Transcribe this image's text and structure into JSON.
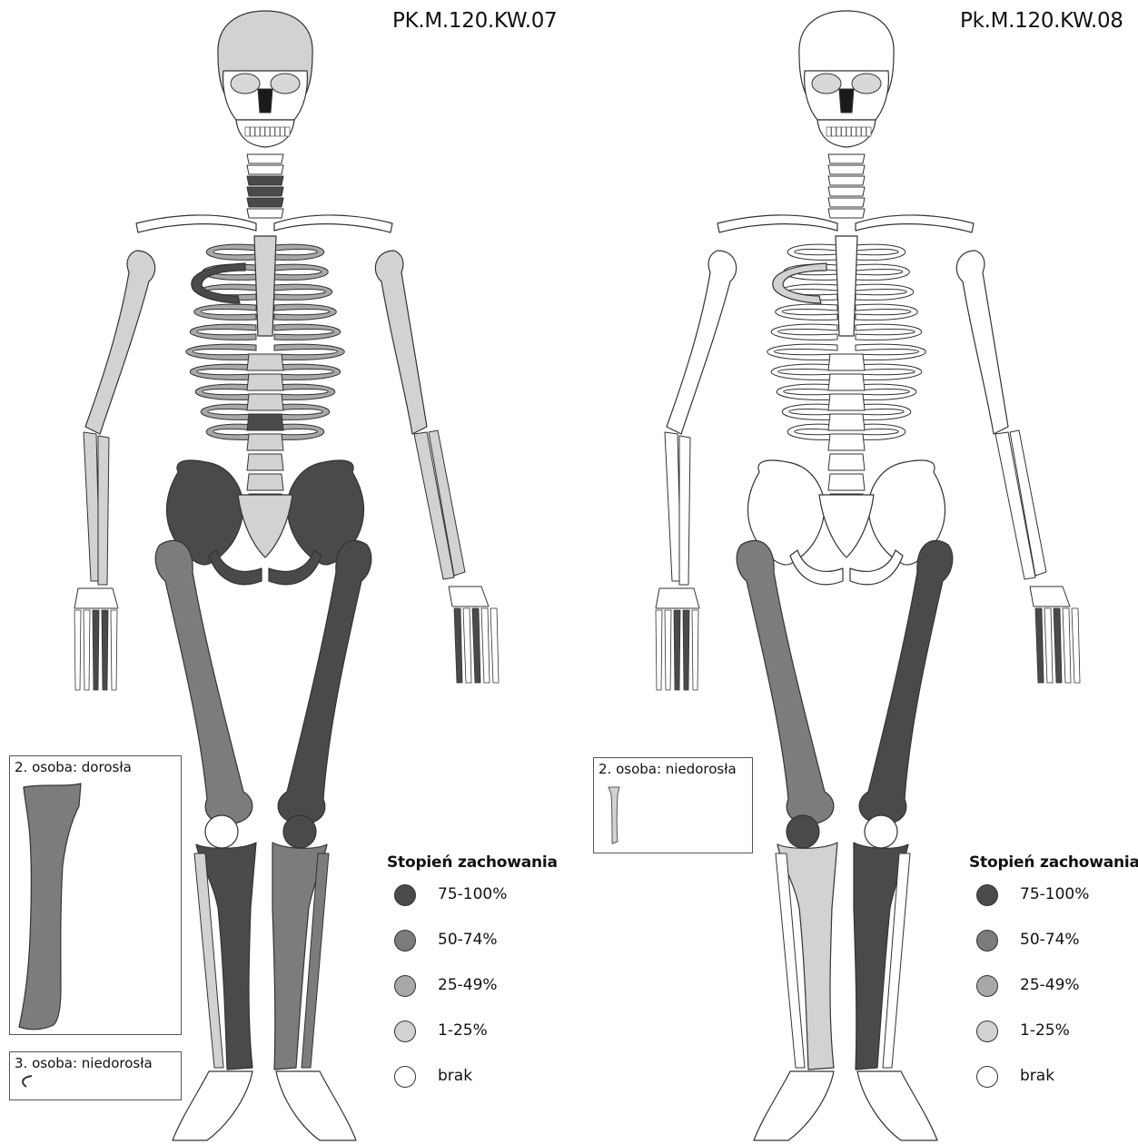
{
  "colors": {
    "c75": "#4a4a4a",
    "c50": "#7c7c7c",
    "c25": "#a8a8a8",
    "c1": "#d2d2d2",
    "none": "#ffffff",
    "outline": "#333333"
  },
  "legend": {
    "title": "Stopień zachowania",
    "items": [
      {
        "label": "75-100%",
        "color": "#4a4a4a"
      },
      {
        "label": "50-74%",
        "color": "#7c7c7c"
      },
      {
        "label": "25-49%",
        "color": "#a8a8a8"
      },
      {
        "label": "1-25%",
        "color": "#d2d2d2"
      },
      {
        "label": "brak",
        "color": "#ffffff"
      }
    ]
  },
  "panels": [
    {
      "title": "PK.M.120.KW.07",
      "insets": [
        {
          "label": "2. osoba: dorosła"
        },
        {
          "label": "3. osoba: niedorosła"
        }
      ],
      "fills": {
        "skull": "#d2d2d2",
        "face": "#ffffff",
        "mandible": "#ffffff",
        "cervical": "#4a4a4a",
        "clavicles": "#ffffff",
        "sternum": "#d2d2d2",
        "ribs_left": "#a8a8a8",
        "ribs_right": "#a8a8a8",
        "ribs_dark": "#4a4a4a",
        "thoracic": "#d2d2d2",
        "lumbar": "#d2d2d2",
        "lumbar_dark": "#4a4a4a",
        "sacrum": "#d2d2d2",
        "pelvis": "#4a4a4a",
        "humerus_r": "#d2d2d2",
        "humerus_l": "#d2d2d2",
        "forearm_r": "#d2d2d2",
        "forearm_l": "#d2d2d2",
        "hand_r": "#ffffff",
        "hand_l": "#ffffff",
        "fingers_dark": "#4a4a4a",
        "femur_r": "#7c7c7c",
        "femur_l": "#4a4a4a",
        "patella_r": "#ffffff",
        "patella_l": "#4a4a4a",
        "tibia_r": "#4a4a4a",
        "tibia_l": "#7c7c7c",
        "fibula_r": "#d2d2d2",
        "fibula_l": "#7c7c7c",
        "foot_r": "#ffffff",
        "foot_l": "#ffffff"
      }
    },
    {
      "title": "Pk.M.120.KW.08",
      "insets": [
        {
          "label": "2. osoba: niedorosła"
        }
      ],
      "fills": {
        "skull": "#ffffff",
        "face": "#ffffff",
        "mandible": "#ffffff",
        "cervical": "#ffffff",
        "clavicles": "#ffffff",
        "sternum": "#ffffff",
        "ribs_left": "#ffffff",
        "ribs_right": "#ffffff",
        "ribs_dark": "#d2d2d2",
        "thoracic": "#ffffff",
        "lumbar": "#ffffff",
        "lumbar_dark": "#ffffff",
        "sacrum": "#ffffff",
        "pelvis": "#ffffff",
        "humerus_r": "#ffffff",
        "humerus_l": "#ffffff",
        "forearm_r": "#ffffff",
        "forearm_l": "#ffffff",
        "hand_r": "#ffffff",
        "hand_l": "#ffffff",
        "fingers_dark": "#4a4a4a",
        "femur_r": "#7c7c7c",
        "femur_l": "#4a4a4a",
        "patella_r": "#4a4a4a",
        "patella_l": "#ffffff",
        "tibia_r": "#d2d2d2",
        "tibia_l": "#4a4a4a",
        "fibula_r": "#ffffff",
        "fibula_l": "#ffffff",
        "foot_r": "#ffffff",
        "foot_l": "#ffffff"
      }
    }
  ]
}
